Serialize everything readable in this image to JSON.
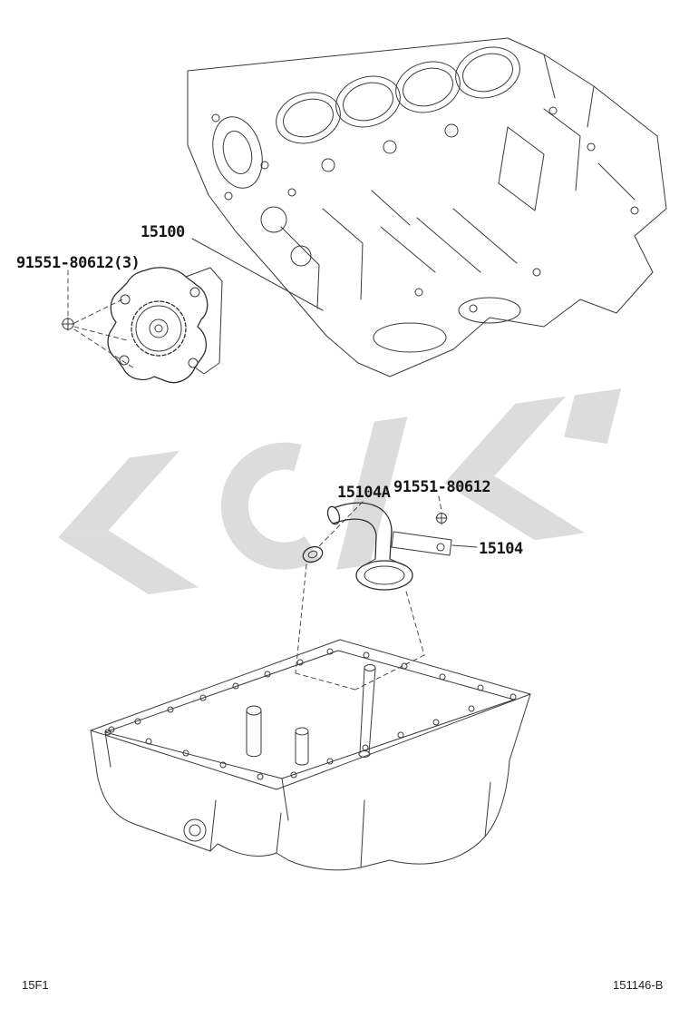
{
  "diagram": {
    "callouts": {
      "oil_pump": "15100",
      "pump_bolt": "91551-80612(3)",
      "strainer_gasket": "15104A",
      "strainer_bolt": "91551-80612",
      "oil_strainer": "15104"
    },
    "footer": {
      "page_code": "15F1",
      "figure_code": "151146-B"
    },
    "colors": {
      "line": "#3a3a3a",
      "label": "#161616",
      "watermark": "#dcdcdc"
    }
  }
}
